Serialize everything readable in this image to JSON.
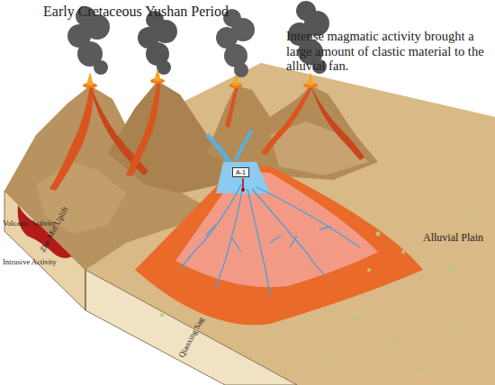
{
  "diagram": {
    "title": "Early Cretaceous Yushan Period",
    "nodes": [
      {
        "text": [
          "A-1"
        ]
      }
    ],
    "labels": [
      "Intense magmatic activity brought a large amount of clastic material to the alluvial fan.",
      "Alluvial Plain",
      "Volcanic Activity",
      "Intrusive Activity",
      "Zhe-Min Uplift",
      "Qiaoxing Sag"
    ]
  }
}
